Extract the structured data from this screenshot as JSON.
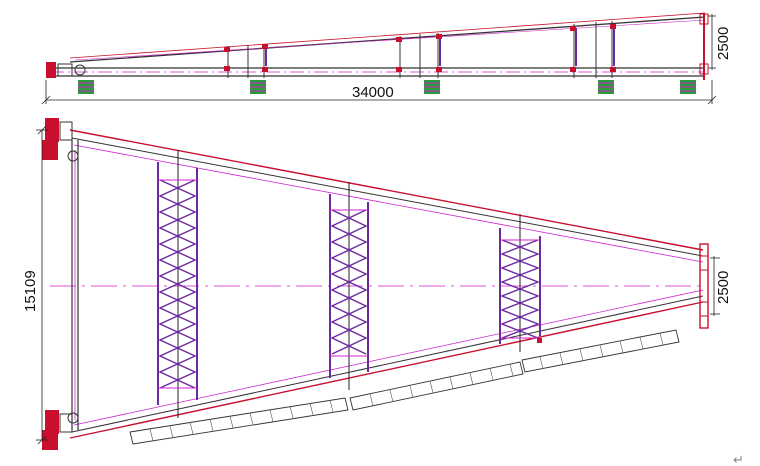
{
  "dimensions": {
    "overall_length": "34000",
    "elevation_height": "2500",
    "plan_width": "15109",
    "tip_width": "2500"
  },
  "colors": {
    "outline": "#333333",
    "red": "#c8102e",
    "magenta": "#d020d0",
    "purple": "#6a2aa0",
    "green": "#2a9a3a",
    "dim_line": "#222222"
  },
  "marks": {
    "return_symbol": "↵"
  }
}
